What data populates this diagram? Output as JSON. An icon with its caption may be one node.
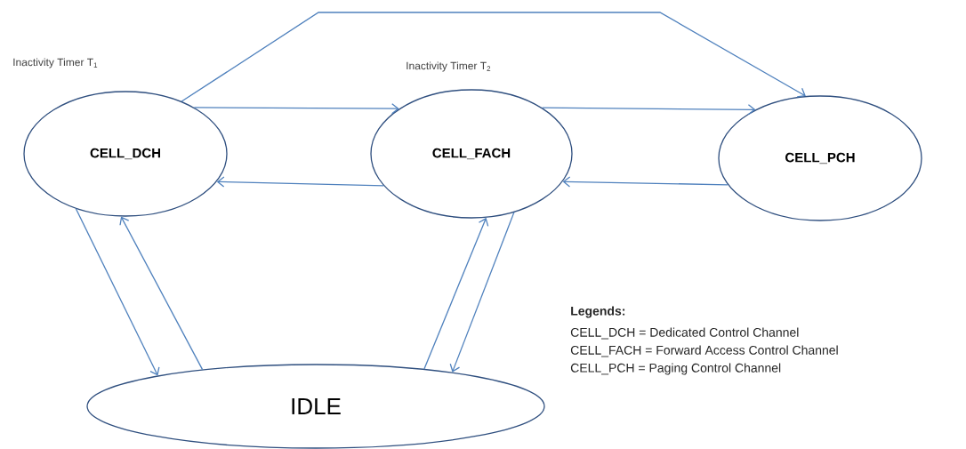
{
  "diagram": {
    "nodes": [
      {
        "text": [
          "CELL_DCH"
        ],
        "beside": [
          "Inactivity Timer T$_{1}$"
        ]
      },
      {
        "text": [
          "CELL_FACH"
        ],
        "beside": [
          "Inactivity Timer T$_{2}$"
        ]
      },
      {
        "text": [
          "CELL_PCH"
        ]
      },
      {
        "text": [
          "IDLE"
        ]
      }
    ],
    "edges": [
      {
        "from": 0,
        "to": 2,
        "arrow": "to"
      },
      {
        "from": 0,
        "to": 1,
        "arrow": "to"
      },
      {
        "from": 1,
        "to": 2,
        "arrow": "to"
      },
      {
        "from": 2,
        "to": 1,
        "arrow": "to"
      },
      {
        "from": 1,
        "to": 0,
        "arrow": "to"
      },
      {
        "from": 0,
        "to": 3,
        "arrow": "to"
      },
      {
        "from": 3,
        "to": 0,
        "arrow": "to"
      },
      {
        "from": 3,
        "to": 1,
        "arrow": "to"
      },
      {
        "from": 1,
        "to": 3,
        "arrow": "to"
      }
    ],
    "labels": [
      "Legends:",
      "CELL_DCH = Dedicated Control Channel",
      "CELL_FACH = Forward Access Control Channel",
      "CELL_PCH = Paging Control Channel"
    ]
  }
}
